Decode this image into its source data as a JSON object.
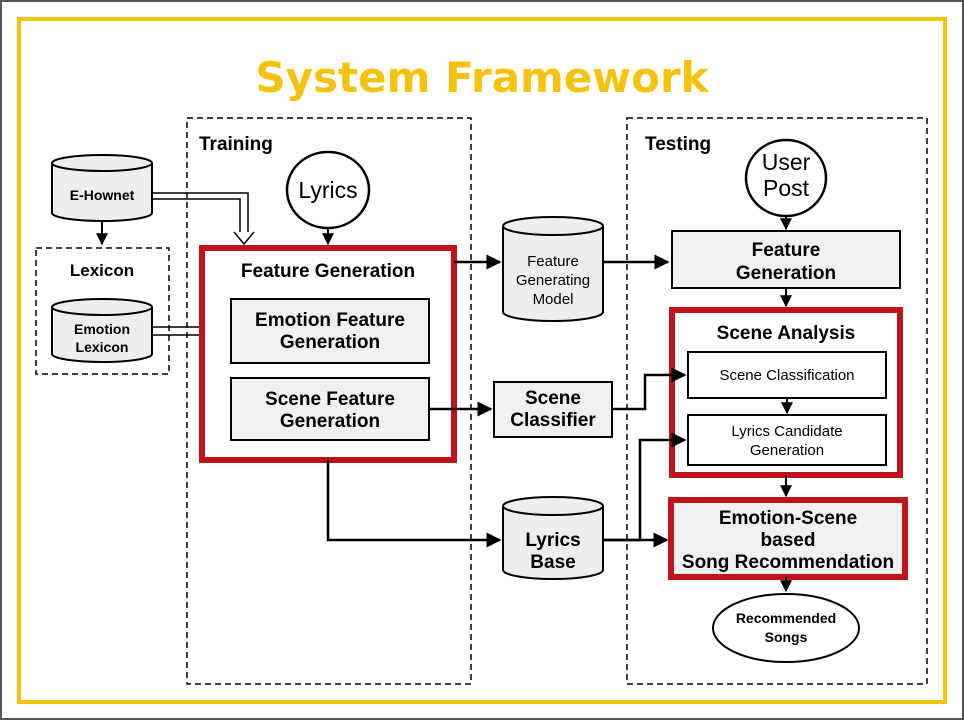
{
  "title": "System Framework",
  "colors": {
    "frame": "#f4c20f",
    "title": "#f4c20f",
    "highlight": "#c0141a",
    "box_fill": "#f0f0f0",
    "cylinder_fill": "#eeeeee"
  },
  "regions": {
    "training": "Training",
    "testing": "Testing",
    "lexicon": "Lexicon"
  },
  "databases": {
    "ehownet": [
      "E-Hownet"
    ],
    "emotion_lexicon": [
      "Emotion",
      "Lexicon"
    ],
    "feature_model": [
      "Feature",
      "Generating",
      "Model"
    ],
    "lyrics_base": [
      "Lyrics",
      "Base"
    ]
  },
  "nodes": {
    "lyrics": "Lyrics",
    "user_post": [
      "User",
      "Post"
    ],
    "recommended_songs": [
      "Recommended",
      "Songs"
    ]
  },
  "training": {
    "feature_generation": "Feature Generation",
    "emotion_feature": [
      "Emotion Feature",
      "Generation"
    ],
    "scene_feature": [
      "Scene Feature",
      "Generation"
    ]
  },
  "scene_classifier": [
    "Scene",
    "Classifier"
  ],
  "testing": {
    "feature_generation": [
      "Feature",
      "Generation"
    ],
    "scene_analysis": "Scene Analysis",
    "scene_classification": "Scene Classification",
    "lyrics_candidate": [
      "Lyrics Candidate",
      "Generation"
    ],
    "recommendation": [
      "Emotion-Scene",
      "based",
      "Song Recommendation"
    ]
  }
}
